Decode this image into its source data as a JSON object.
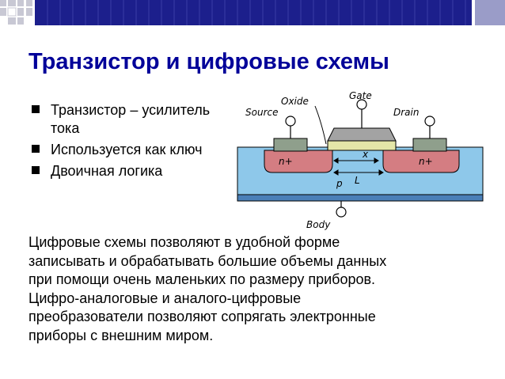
{
  "slide": {
    "title": "Транзистор и цифровые схемы",
    "bullets": [
      "Транзистор – усилитель тока",
      "Используется как ключ",
      "Двоичная логика"
    ],
    "paragraph": "Цифровые схемы позволяют в удобной форме\nзаписывать и обрабатывать большие объемы данных\nпри помощи очень маленьких по размеру приборов.\nЦифро-аналоговые и аналого-цифровые\nпреобразователи позволяют сопрягать электронные\nприборы с внешним миром."
  },
  "diagram": {
    "labels": {
      "gate": "Gate",
      "oxide": "Oxide",
      "source": "Source",
      "drain": "Drain",
      "n_left": "n+",
      "n_right": "n+",
      "x": "x",
      "L": "L",
      "p": "p",
      "body": "Body"
    },
    "colors": {
      "substrate": "#8ec8ea",
      "n_region": "#d47d82",
      "contact": "#8f9f8c",
      "oxide": "#e4e6a8",
      "gate": "#a3a3a3",
      "bottom_band": "#4a7fb8"
    }
  },
  "theme": {
    "title_color": "#000099",
    "bar_navy": "#1c1f8c"
  }
}
